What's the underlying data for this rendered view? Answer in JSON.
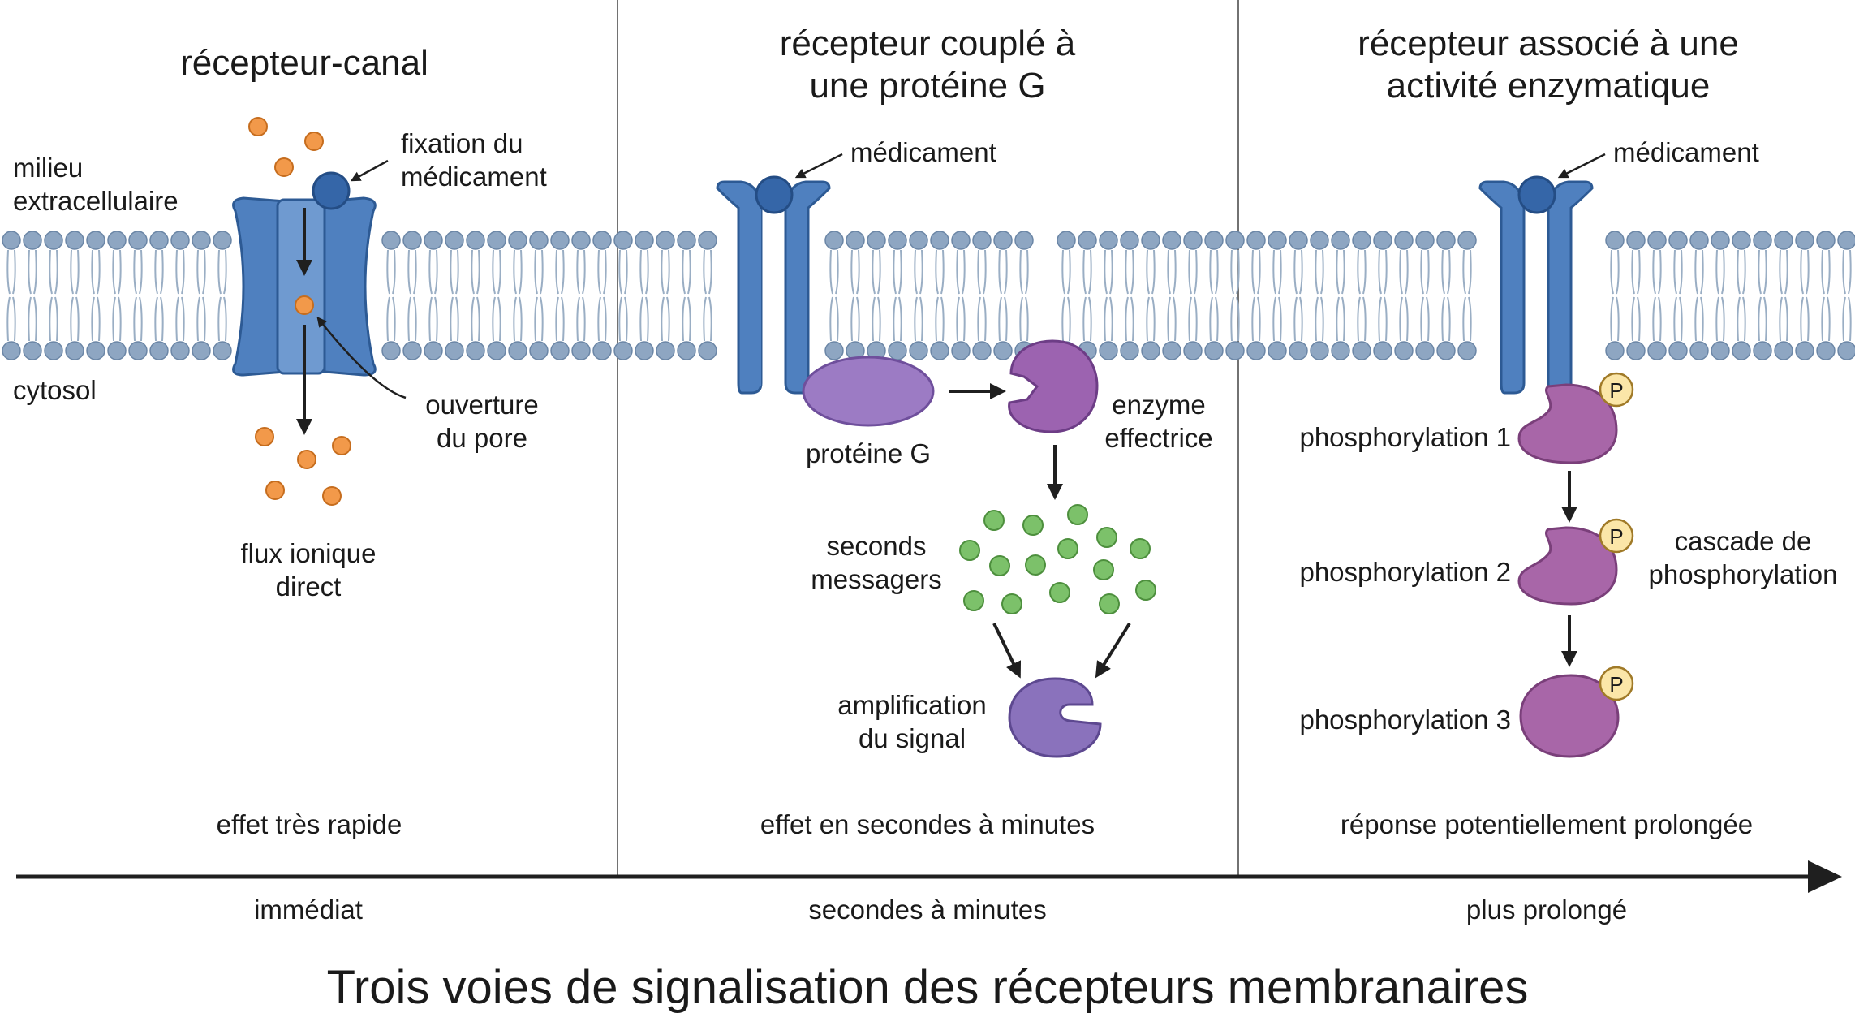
{
  "panels": [
    {
      "title_lines": [
        "récepteur-canal"
      ],
      "effect": "effet très rapide",
      "time": "immédiat"
    },
    {
      "title_lines": [
        "récepteur couplé à",
        "une protéine G"
      ],
      "effect": "effet en secondes à minutes",
      "time": "secondes à minutes"
    },
    {
      "title_lines": [
        "récepteur associé à une",
        "activité enzymatique"
      ],
      "effect": "réponse potentiellement prolongée",
      "time": "plus prolongé"
    }
  ],
  "membrane_labels": {
    "outside": [
      "milieu",
      "extracellulaire"
    ],
    "inside": "cytosol"
  },
  "ion_channel": {
    "drug_binding": [
      "fixation du",
      "médicament"
    ],
    "pore_opening": [
      "ouverture",
      "du pore"
    ],
    "ion_flux": [
      "flux ionique",
      "direct"
    ]
  },
  "gpcr": {
    "drug": "médicament",
    "g_protein": "protéine G",
    "effector": [
      "enzyme",
      "effectrice"
    ],
    "second_messengers": [
      "seconds",
      "messagers"
    ],
    "amplification": [
      "amplification",
      "du signal"
    ]
  },
  "enzyme_receptor": {
    "drug": "médicament",
    "steps": [
      "phosphorylation 1",
      "phosphorylation 2",
      "phosphorylation 3"
    ],
    "phosphate": "P",
    "cascade": [
      "cascade de",
      "phosphorylation"
    ]
  },
  "colors": {
    "receptor": "#4f80bf",
    "receptor_stroke": "#2d5a94",
    "ligand": "#3566a8",
    "ion": "#f2994a",
    "messenger": "#7cc16a",
    "g_protein": "#9c7bc4",
    "enzyme": "#a866a8",
    "lipid_head": "#8ea6c2"
  },
  "footer_title": "Trois voies de signalisation des récepteurs membranaires"
}
